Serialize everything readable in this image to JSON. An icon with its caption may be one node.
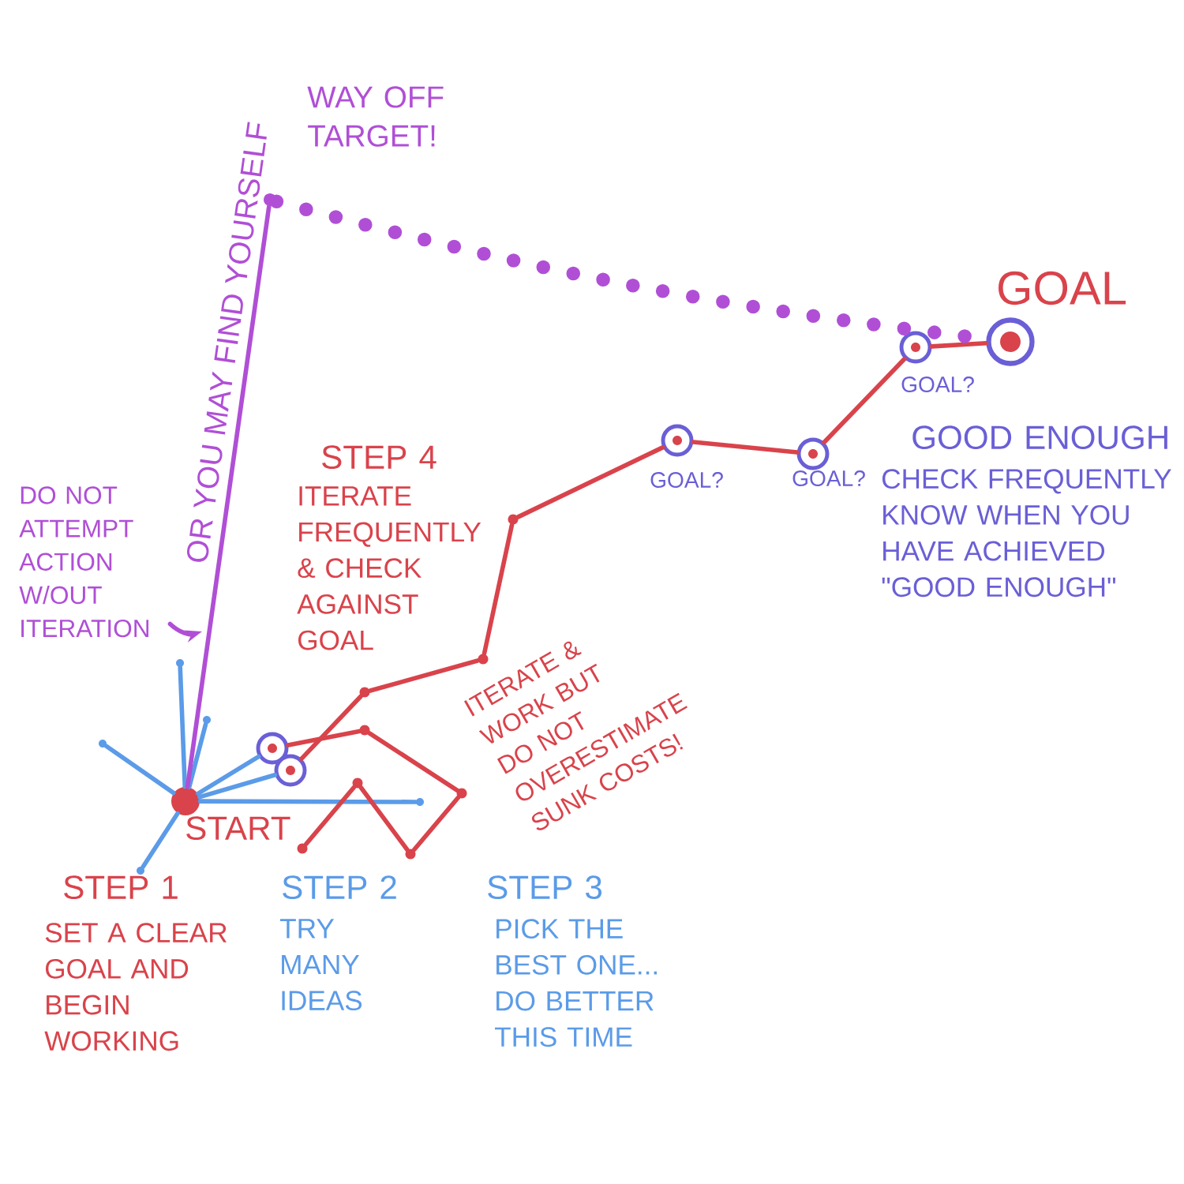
{
  "diagram": {
    "nodes": [
      {
        "text": [],
        "shape": "circle",
        "beside": [
          "START"
        ]
      },
      {
        "text": [],
        "shape": "circle"
      },
      {
        "text": [],
        "shape": "circle"
      },
      {
        "text": [],
        "shape": "circle"
      },
      {
        "text": [],
        "shape": "circle"
      },
      {
        "text": [],
        "shape": "circle"
      },
      {
        "text": [],
        "shape": "circle"
      },
      {
        "text": [],
        "shape": "circle"
      },
      {
        "text": [],
        "shape": "circle"
      },
      {
        "text": [],
        "shape": "circle"
      },
      {
        "text": [],
        "shape": "circle"
      },
      {
        "text": [],
        "shape": "circle"
      },
      {
        "text": [],
        "shape": "circle"
      },
      {
        "text": [],
        "shape": "circle"
      },
      {
        "text": [],
        "shape": "circle"
      },
      {
        "text": [],
        "shape": "circle"
      },
      {
        "text": [],
        "shape": "circle",
        "beside": [
          "GOAL?"
        ]
      },
      {
        "text": [],
        "shape": "circle",
        "beside": [
          "GOAL?"
        ]
      },
      {
        "text": [],
        "shape": "circle",
        "beside": [
          "GOAL?"
        ]
      },
      {
        "text": [],
        "shape": "circle",
        "beside": [
          "GOAL"
        ]
      },
      {
        "text": [],
        "shape": "circle",
        "beside": [
          "WAY OFF TARGET!"
        ]
      },
      {
        "text": [
          "DO NOT ATTEMPT ACTION W/OUT ITERATION"
        ]
      }
    ],
    "edges": [
      {
        "from": 0,
        "to": 1,
        "arrow": "none",
        "color": "#5b9be8"
      },
      {
        "from": 0,
        "to": 2,
        "arrow": "none",
        "color": "#5b9be8"
      },
      {
        "from": 0,
        "to": 3,
        "arrow": "none",
        "color": "#5b9be8"
      },
      {
        "from": 0,
        "to": 4,
        "arrow": "none",
        "color": "#5b9be8"
      },
      {
        "from": 0,
        "to": 5,
        "arrow": "none",
        "color": "#5b9be8"
      },
      {
        "from": 0,
        "to": 6,
        "arrow": "none",
        "color": "#5b9be8"
      },
      {
        "from": 0,
        "to": 7,
        "arrow": "none",
        "color": "#5b9be8"
      },
      {
        "from": 6,
        "to": 8,
        "arrow": "none"
      },
      {
        "from": 8,
        "to": 9,
        "arrow": "none"
      },
      {
        "from": 9,
        "to": 10,
        "arrow": "none"
      },
      {
        "from": 10,
        "to": 11,
        "arrow": "none"
      },
      {
        "from": 11,
        "to": 12,
        "arrow": "none"
      },
      {
        "from": 7,
        "to": 13,
        "arrow": "none"
      },
      {
        "from": 13,
        "to": 14,
        "arrow": "none"
      },
      {
        "from": 14,
        "to": 15,
        "arrow": "none"
      },
      {
        "from": 15,
        "to": 16,
        "arrow": "none"
      },
      {
        "from": 16,
        "to": 17,
        "arrow": "none"
      },
      {
        "from": 17,
        "to": 18,
        "arrow": "none"
      },
      {
        "from": 18,
        "to": 19,
        "arrow": "none"
      },
      {
        "from": 0,
        "to": 20,
        "arrow": "none",
        "color": "#b04fd6",
        "label": "OR YOU MAY FIND YOURSELF"
      },
      {
        "from": 20,
        "to": 19,
        "arrow": "none",
        "color": "#b04fd6",
        "style": "dashed"
      },
      {
        "from": 21,
        "to": null,
        "arrow": "to",
        "color": "#b04fd6"
      }
    ],
    "labels": [
      "STEP 1",
      "SET A CLEAR GOAL AND BEGIN WORKING",
      "STEP 2",
      "TRY MANY IDEAS",
      "STEP 3",
      "PICK THE BEST ONE... DO BETTER THIS TIME",
      "STEP 4",
      "ITERATE FREQUENTLY & CHECK AGAINST GOAL",
      "ITERATE & WORK BUT DO NOT OVERESTIMATE SUNK COSTS!",
      "GOOD ENOUGH",
      "CHECK FREQUENTLY KNOW WHEN YOU HAVE ACHIEVED \"GOOD ENOUGH\""
    ]
  }
}
